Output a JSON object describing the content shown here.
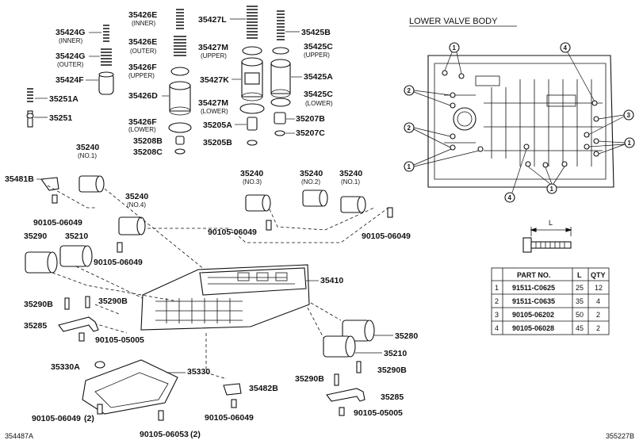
{
  "figure_code": "355227B",
  "corner_ref": "354487A",
  "section_title": "LOWER VALVE BODY",
  "callouts": {
    "c35426e_inner": "35426E",
    "c35426e_inner_sub": "(INNER)",
    "c35424g_inner": "35424G",
    "c35424g_inner_sub": "(INNER)",
    "c35424g_outer": "35424G",
    "c35424g_outer_sub": "(OUTER)",
    "c35426e_outer": "35426E",
    "c35426e_outer_sub": "(OUTER)",
    "c35426f_upper": "35426F",
    "c35426f_upper_sub": "(UPPER)",
    "c35424f": "35424F",
    "c35426d": "35426D",
    "c35251a": "35251A",
    "c35251": "35251",
    "c35426f_lower": "35426F",
    "c35426f_lower_sub": "(LOWER)",
    "c35208b": "35208B",
    "c35208c": "35208C",
    "c35427l": "35427L",
    "c35427m_upper": "35427M",
    "c35427m_upper_sub": "(UPPER)",
    "c35427k": "35427K",
    "c35427m_lower": "35427M",
    "c35427m_lower_sub": "(LOWER)",
    "c35205a": "35205A",
    "c35205b": "35205B",
    "c35425b": "35425B",
    "c35425c_upper": "35425C",
    "c35425c_upper_sub": "(UPPER)",
    "c35425a": "35425A",
    "c35425c_lower": "35425C",
    "c35425c_lower_sub": "(LOWER)",
    "c35207b": "35207B",
    "c35207c": "35207C",
    "c35240_no1": "35240",
    "c35240_no1_sub": "(NO.1)",
    "c35481b": "35481B",
    "c35240_no4": "35240",
    "c35240_no4_sub": "(NO.4)",
    "c35240_no3": "35240",
    "c35240_no3_sub": "(NO.3)",
    "c35240_no2": "35240",
    "c35240_no2_sub": "(NO.2)",
    "c35240_no1b": "35240",
    "c35240_no1b_sub": "(NO.1)",
    "c90105_06049_a": "90105-06049",
    "c90105_06049_b": "90105-06049",
    "c90105_06049_c": "90105-06049",
    "c90105_06049_d": "90105-06049",
    "c35290": "35290",
    "c35210": "35210",
    "c35410": "35410",
    "c35290b_a": "35290B",
    "c35290b_b": "35290B",
    "c35285": "35285",
    "c90105_05005_a": "90105-05005",
    "c35330a": "35330A",
    "c35330": "35330",
    "c35280": "35280",
    "c35210b": "35210",
    "c35290b_c": "35290B",
    "c35290b_d": "35290B",
    "c35482b": "35482B",
    "c35285b": "35285",
    "c90105_06049_e": "90105-06049",
    "c90105_06049_2": "90105-06049",
    "c90105_06049_2_qty": "(2)",
    "c90105_06053_2": "90105-06053",
    "c90105_06053_2_qty": "(2)",
    "c90105_05005_b": "90105-05005"
  },
  "bolt_dim_label": "L",
  "bolt_refs": [
    "1",
    "2",
    "3",
    "4"
  ],
  "bolt_table": {
    "headers": [
      "",
      "PART NO.",
      "L",
      "QTY"
    ],
    "rows": [
      [
        "1",
        "91511-C0625",
        "25",
        "12"
      ],
      [
        "2",
        "91511-C0635",
        "35",
        "4"
      ],
      [
        "3",
        "90105-06202",
        "50",
        "2"
      ],
      [
        "4",
        "90105-06028",
        "45",
        "2"
      ]
    ]
  }
}
